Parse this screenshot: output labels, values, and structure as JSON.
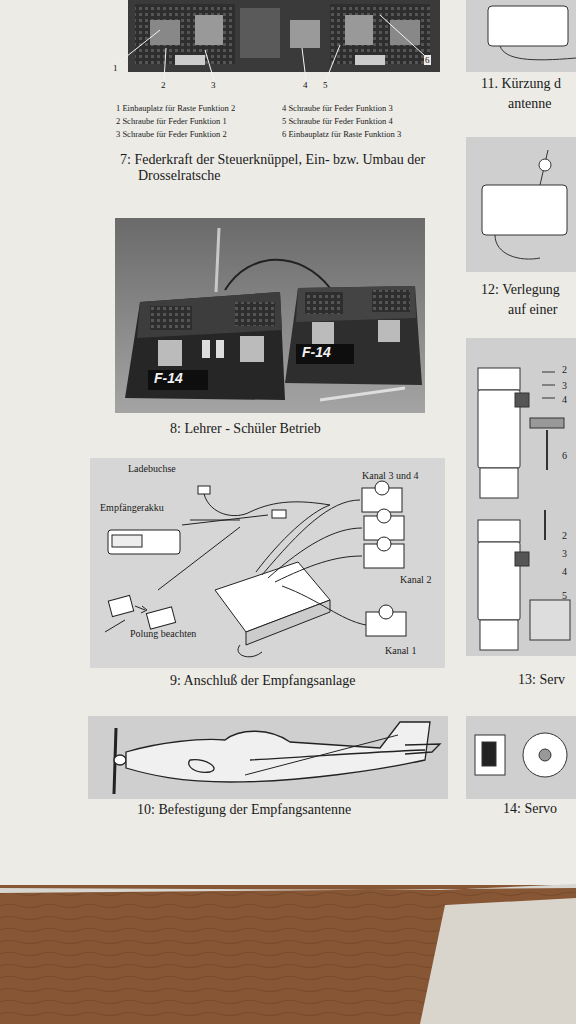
{
  "diagram": {
    "labels": [
      "1",
      "2",
      "3",
      "4",
      "5",
      "6",
      "1 Einbauplatz für Raste Funktion 2",
      "4 Schraube für Feder Funktion 3",
      "2 Schraube für Feder Funktion 1",
      "5 Schraube für Feder Funktion 4",
      "3 Schraube für Feder Funktion 2",
      "6 Einbauplatz für Raste Funktion 3",
      "7: Federkraft der Steuerknüppel, Ein- bzw. Umbau der Drosselratsche",
      "11. Kürzung d",
      "antenne",
      "F-14",
      "F-14",
      "12: Verlegung",
      "auf einer",
      "8: Lehrer - Schüler Betrieb",
      "Ladebuchse",
      "Kanal 3 und 4",
      "Empfängerakku",
      "Polung beachten",
      "Kanal 2",
      "Kanal 1",
      "9: Anschluß der Empfangsanlage",
      "13: Serv",
      "10: Befestigung der Empfangsantenne",
      "14: Servo",
      "2",
      "3",
      "4",
      "6",
      "2",
      "3",
      "4",
      "5"
    ]
  }
}
